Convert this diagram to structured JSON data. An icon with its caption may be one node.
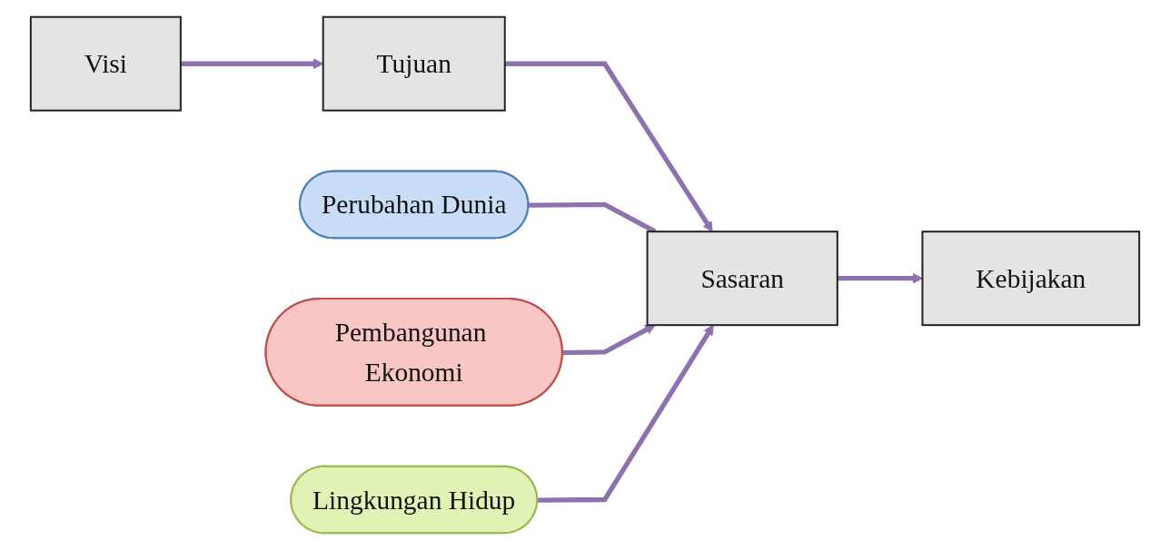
{
  "diagram": {
    "nodes": [
      {
        "text": [
          "Visi"
        ]
      },
      {
        "text": [
          "Tujuan"
        ]
      },
      {
        "text": [
          "Perubahan Dunia"
        ]
      },
      {
        "text": [
          "Sasaran"
        ]
      },
      {
        "text": [
          "Kebijakan"
        ]
      },
      {
        "text": [
          "Pembangunan Ekonomi"
        ]
      },
      {
        "text": [
          "Lingkungan Hidup"
        ]
      }
    ],
    "edges": [
      {
        "from": 0,
        "to": 1,
        "arrow": "to"
      },
      {
        "from": 1,
        "to": 3,
        "arrow": "to"
      },
      {
        "from": 3,
        "to": 4,
        "arrow": "to"
      },
      {
        "from": 2,
        "to": 3,
        "arrow": "none"
      },
      {
        "from": 5,
        "to": 3,
        "arrow": "to"
      },
      {
        "from": 6,
        "to": 3,
        "arrow": "to"
      }
    ]
  }
}
